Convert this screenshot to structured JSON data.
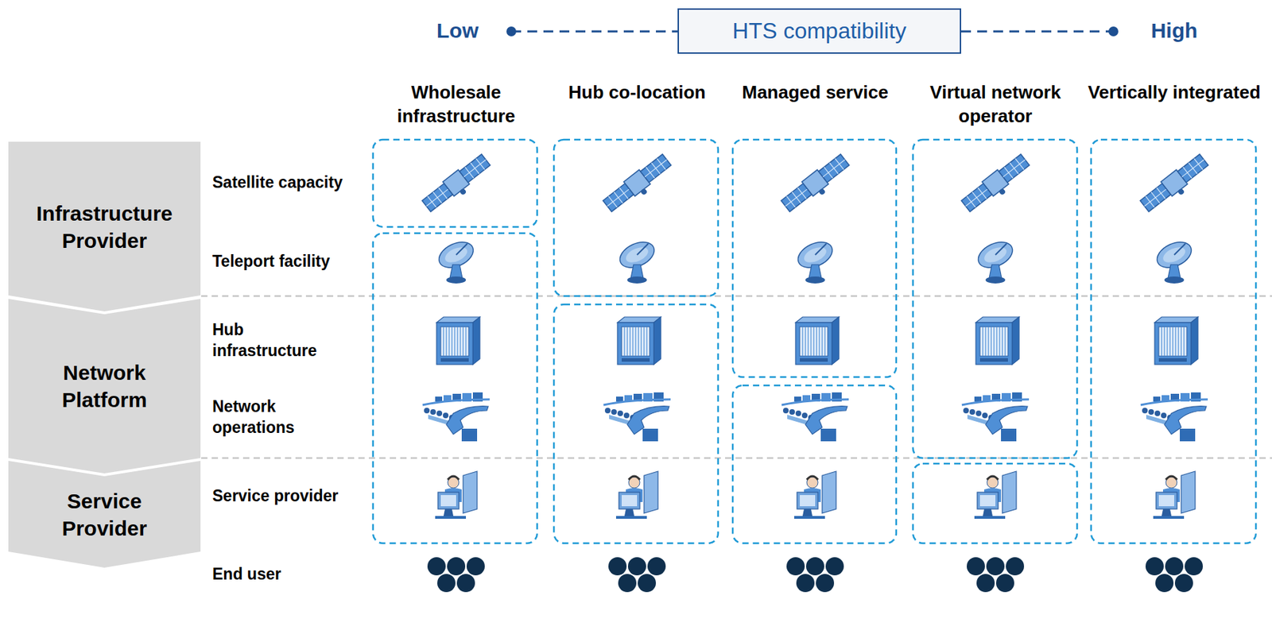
{
  "diagram": {
    "nodes": [
      {
        "text": [
          "HTS compatibility"
        ]
      },
      {
        "text": [
          "Infrastructure Provider"
        ]
      },
      {
        "text": [
          "Network Platform"
        ]
      },
      {
        "text": [
          "Service Provider"
        ]
      }
    ],
    "labels": [
      "Low",
      "High",
      "Wholesale infrastructure",
      "Hub co-location",
      "Managed service",
      "Virtual network operator",
      "Vertically integrated",
      "Satellite capacity",
      "Teleport facility",
      "Hub infrastructure",
      "Network operations",
      "Service provider",
      "End user"
    ]
  }
}
